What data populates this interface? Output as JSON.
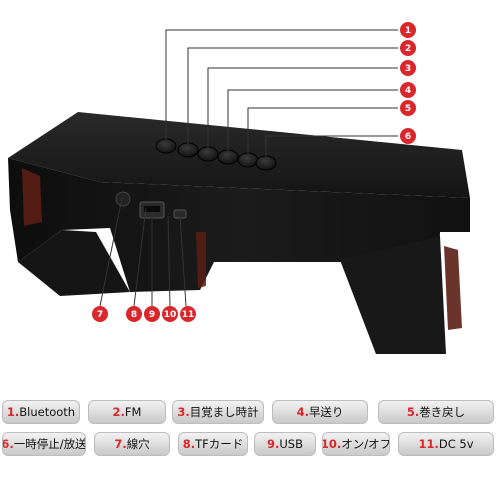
{
  "callouts": [
    "1",
    "2",
    "3",
    "4",
    "5",
    "6",
    "7",
    "8",
    "9",
    "10",
    "11"
  ],
  "legend": [
    {
      "num": "1.",
      "label": "Bluetooth"
    },
    {
      "num": "2.",
      "label": "FM"
    },
    {
      "num": "3.",
      "label": "目覚まし時計"
    },
    {
      "num": "4.",
      "label": "早送り"
    },
    {
      "num": "5.",
      "label": "巻き戻し"
    },
    {
      "num": "6.",
      "label": "一時停止/放送"
    },
    {
      "num": "7.",
      "label": "線穴"
    },
    {
      "num": "8.",
      "label": "TFカード"
    },
    {
      "num": "9.",
      "label": "USB"
    },
    {
      "num": "10.",
      "label": "オン/オフ"
    },
    {
      "num": "11.",
      "label": "DC 5v"
    }
  ],
  "colors": {
    "badge": "#d9272b",
    "speaker_body": "#1a1a1a",
    "accent_wood": "#5a1e14"
  }
}
